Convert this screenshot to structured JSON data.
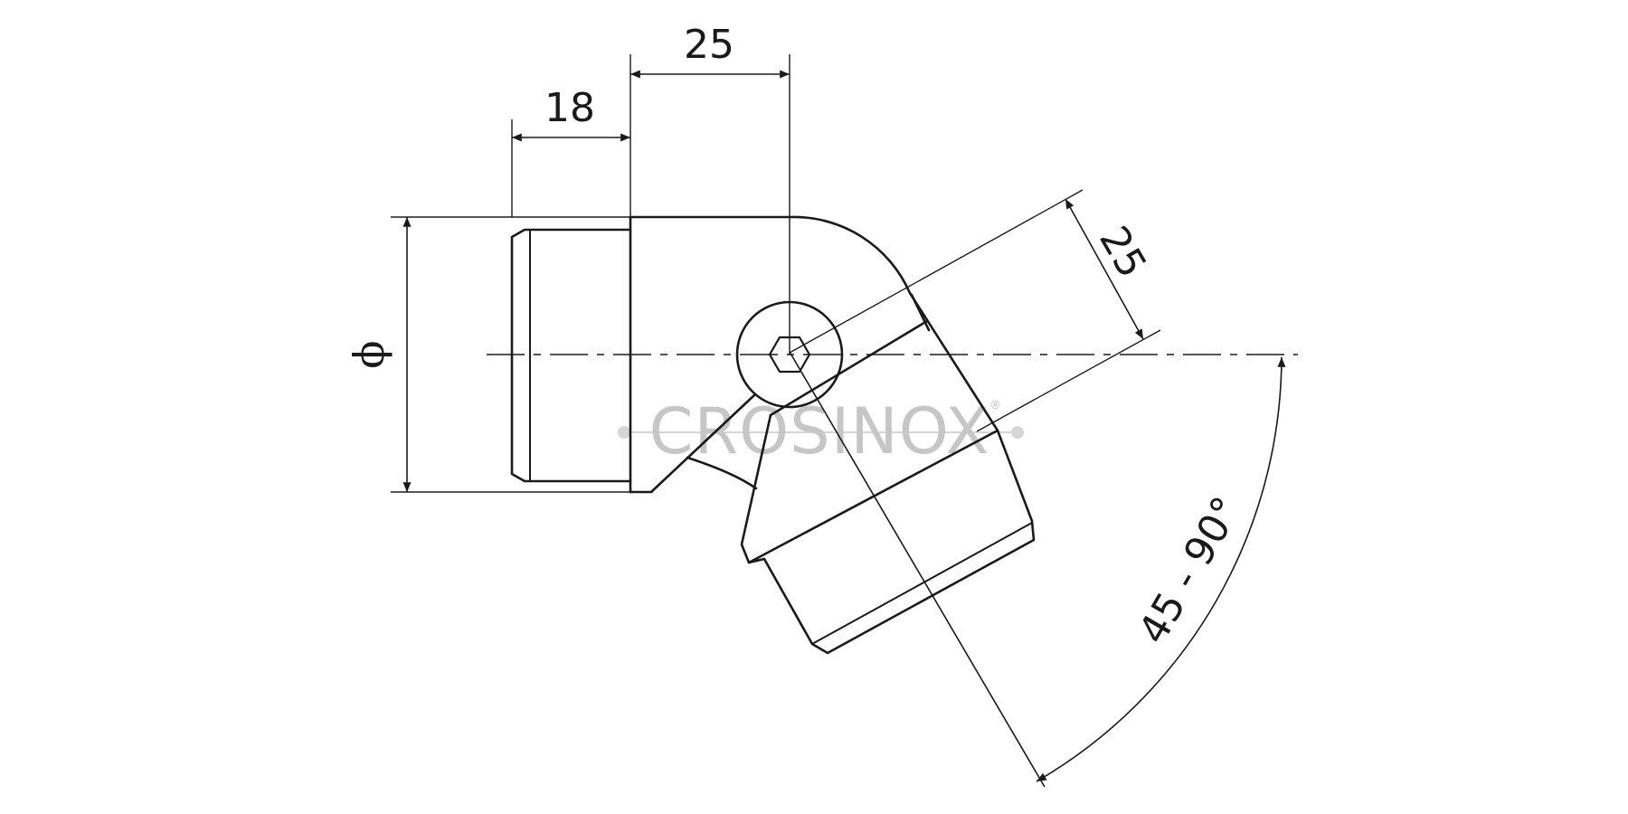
{
  "drawing": {
    "dimensions": {
      "top_width": "25",
      "flange_width": "18",
      "arm_width": "25",
      "diameter_symbol": "ϕ",
      "angle_range": "45 - 90°"
    },
    "watermark": {
      "text": "CROSINOX",
      "mark": "®"
    }
  }
}
